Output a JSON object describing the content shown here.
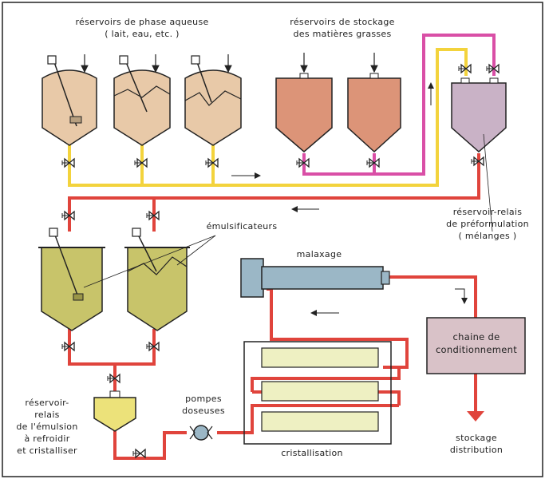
{
  "labels": {
    "aqueous_l1": "réservoirs de phase aqueuse",
    "aqueous_l2": "( lait, eau, etc. )",
    "fat_l1": "réservoirs de stockage",
    "fat_l2": "des matières grasses",
    "relay_l1": "réservoir-relais",
    "relay_l2": "de préformulation",
    "relay_l3": "( mélanges )",
    "emuls": "émulsificateurs",
    "malaxage": "malaxage",
    "chain_l1": "chaine de",
    "chain_l2": "conditionnement",
    "cool_l1": "réservoir-",
    "cool_l2": "relais",
    "cool_l3": "de l'émulsion",
    "cool_l4": "à refroidir",
    "cool_l5": "et cristalliser",
    "pumps_l1": "pompes",
    "pumps_l2": "doseuses",
    "cryst": "cristallisation",
    "stock_l1": "stockage",
    "stock_l2": "distribution"
  },
  "colors": {
    "aqueous_line": "#f3d33c",
    "fat_line": "#d94fa6",
    "emulsion_line": "#e0443c",
    "aqueous_tank": "#e8c9a8",
    "fat_tank": "#dc9478",
    "relay_tank": "#c9b2c6",
    "emulsifier_tank": "#c8c46a",
    "cooling_tank": "#ece27a",
    "chain_box": "#d9c2c8",
    "malaxeur": "#9bb7c6",
    "cryst_tube": "#eef0c2"
  }
}
